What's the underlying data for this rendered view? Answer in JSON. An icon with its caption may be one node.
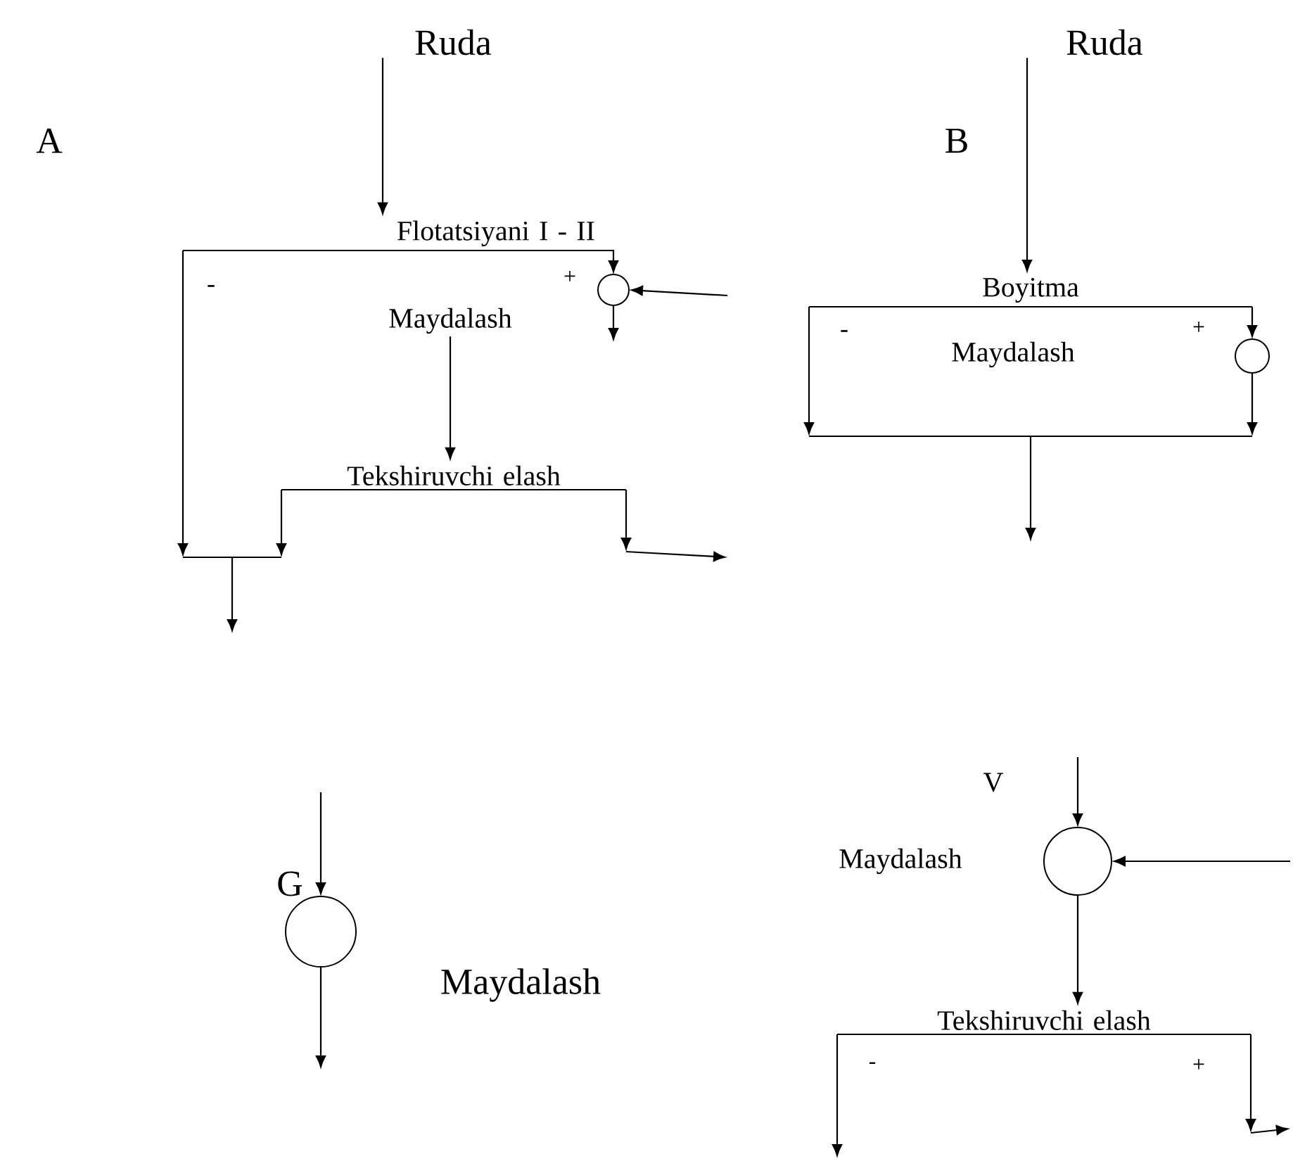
{
  "diagram": {
    "nodes": [
      {
        "text": [
          "Ruda"
        ]
      },
      {
        "text": [
          "Flotatsiyani I - II"
        ]
      },
      {
        "text": [],
        "shape": "circle"
      },
      {
        "text": [
          "Maydalash"
        ]
      },
      {
        "text": [
          "Tekshiruvchi elash"
        ]
      },
      {
        "text": [],
        "shape": "bar"
      },
      {
        "text": [
          "Ruda"
        ]
      },
      {
        "text": [
          "Boyitma"
        ]
      },
      {
        "text": [],
        "shape": "circle"
      },
      {
        "text": [],
        "shape": "bar"
      },
      {
        "text": [],
        "shape": "circle",
        "beside": [
          "Maydalash"
        ]
      },
      {
        "text": [],
        "shape": "circle",
        "beside": [
          "Maydalash"
        ]
      },
      {
        "text": [
          "Tekshiruvchi elash"
        ]
      }
    ],
    "edges": [
      {
        "from": 0,
        "to": 1,
        "arrow": "to"
      },
      {
        "from": 1,
        "to": 2,
        "arrow": "to"
      },
      {
        "from": 2,
        "to": null,
        "arrow": "to"
      },
      {
        "from": null,
        "to": 2,
        "arrow": "to"
      },
      {
        "from": 1,
        "to": 5,
        "arrow": "to"
      },
      {
        "from": 3,
        "to": 4,
        "arrow": "to"
      },
      {
        "from": 4,
        "to": 5,
        "arrow": "to"
      },
      {
        "from": 4,
        "to": null,
        "arrow": "to"
      },
      {
        "from": 5,
        "to": null,
        "arrow": "to"
      },
      {
        "from": 6,
        "to": 7,
        "arrow": "to"
      },
      {
        "from": 7,
        "to": 8,
        "arrow": "to"
      },
      {
        "from": 7,
        "to": 9,
        "arrow": "to"
      },
      {
        "from": 8,
        "to": 9,
        "arrow": "to"
      },
      {
        "from": 9,
        "to": null,
        "arrow": "to"
      },
      {
        "from": null,
        "to": 10,
        "arrow": "to"
      },
      {
        "from": 10,
        "to": null,
        "arrow": "to"
      },
      {
        "from": null,
        "to": 11,
        "arrow": "to"
      },
      {
        "from": null,
        "to": 11,
        "arrow": "to"
      },
      {
        "from": 11,
        "to": 12,
        "arrow": "to"
      },
      {
        "from": 12,
        "to": null,
        "arrow": "to"
      },
      {
        "from": 12,
        "to": null,
        "arrow": "to"
      }
    ],
    "labels": [
      "A",
      "+",
      "-",
      "B",
      "-",
      "+",
      "Maydalash",
      "G",
      "V",
      "-",
      "+"
    ]
  }
}
